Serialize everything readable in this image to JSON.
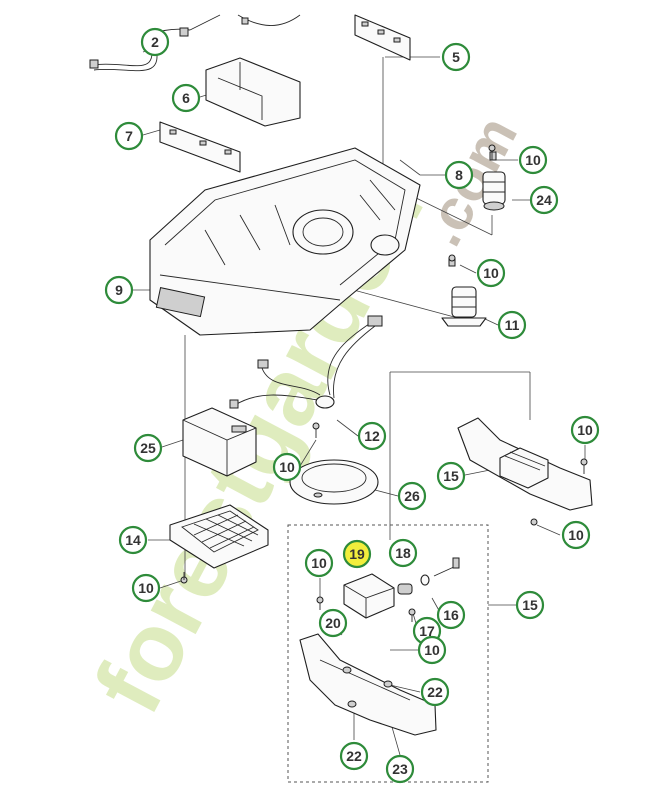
{
  "watermark": {
    "primary": "forestgarden",
    "secondary": ".com",
    "primary_color": "#c6de8a",
    "secondary_color": "#a0907c"
  },
  "colors": {
    "callout_ring": "#2e8b3a",
    "callout_highlight": "#f2ee3c"
  },
  "callouts": [
    {
      "label": "2"
    },
    {
      "label": "5"
    },
    {
      "label": "6"
    },
    {
      "label": "7"
    },
    {
      "label": "8"
    },
    {
      "label": "9"
    },
    {
      "label": "10"
    },
    {
      "label": "24"
    },
    {
      "label": "10"
    },
    {
      "label": "11"
    },
    {
      "label": "12"
    },
    {
      "label": "25"
    },
    {
      "label": "10"
    },
    {
      "label": "26"
    },
    {
      "label": "15"
    },
    {
      "label": "10"
    },
    {
      "label": "10"
    },
    {
      "label": "14"
    },
    {
      "label": "10"
    },
    {
      "label": "10"
    },
    {
      "label": "19",
      "highlighted": true
    },
    {
      "label": "18"
    },
    {
      "label": "15"
    },
    {
      "label": "16"
    },
    {
      "label": "20"
    },
    {
      "label": "17"
    },
    {
      "label": "10"
    },
    {
      "label": "22"
    },
    {
      "label": "22"
    },
    {
      "label": "23"
    }
  ]
}
